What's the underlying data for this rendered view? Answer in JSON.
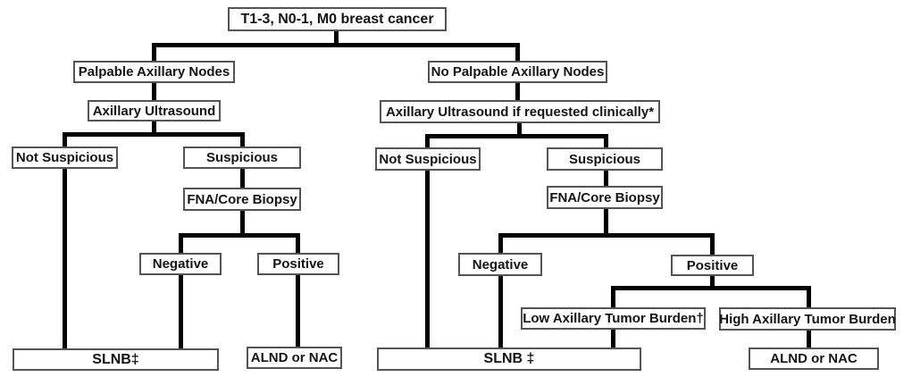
{
  "diagram": {
    "type": "flowchart",
    "topic": "Axillary management decision tree for T1-3, N0-1, M0 breast cancer",
    "colors": {
      "background": "#ffffff",
      "box_border": "#545454",
      "box_fill": "#ffffff",
      "connector": "#000000",
      "text": "#141414"
    },
    "nodes": {
      "root": "T1-3, N0-1, M0 breast cancer",
      "palpable": "Palpable Axillary Nodes",
      "axillary_us_left": "Axillary Ultrasound",
      "not_suspicious_left": "Not Suspicious",
      "suspicious_left": "Suspicious",
      "fna_left": "FNA/Core Biopsy",
      "negative_left": "Negative",
      "positive_left": "Positive",
      "slnb_left": "SLNB‡",
      "alnd_left": "ALND or NAC",
      "no_palpable": "No Palpable Axillary Nodes",
      "axillary_us_right": "Axillary Ultrasound if requested clinically*",
      "not_suspicious_right": "Not Suspicious",
      "suspicious_right": "Suspicious",
      "fna_right": "FNA/Core Biopsy",
      "negative_right": "Negative",
      "positive_right": "Positive",
      "low_burden": "Low Axillary Tumor Burden†",
      "high_burden": "High Axillary Tumor Burden",
      "slnb_right": "SLNB ‡",
      "alnd_right": "ALND or NAC"
    },
    "footnote_markers": [
      "*",
      "†",
      "‡"
    ]
  }
}
